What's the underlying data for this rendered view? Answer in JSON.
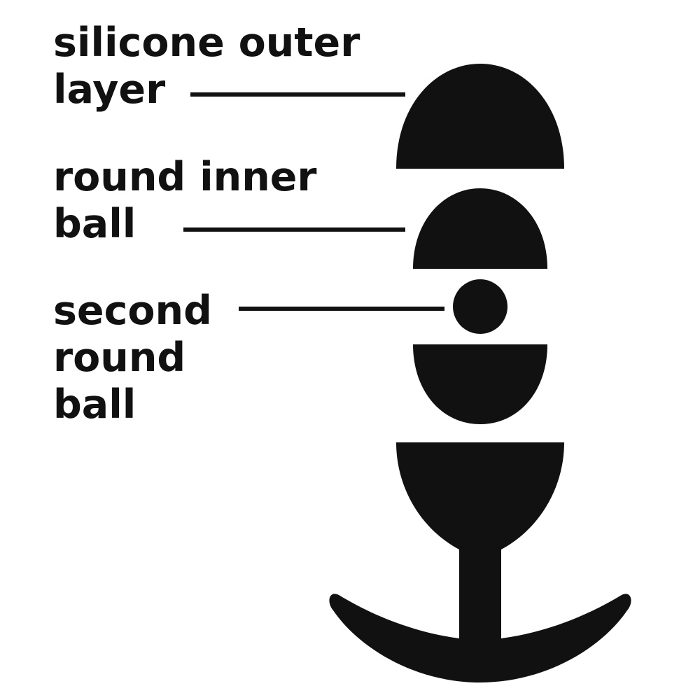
{
  "labels": {
    "outer": {
      "line1": "silicone outer",
      "line2": "layer"
    },
    "inner": {
      "line1": "round inner",
      "line2": "ball"
    },
    "second": {
      "line1": "second",
      "line2": "round",
      "line3": "ball"
    }
  },
  "colors": {
    "ink": "#111111",
    "background": "#ffffff"
  }
}
